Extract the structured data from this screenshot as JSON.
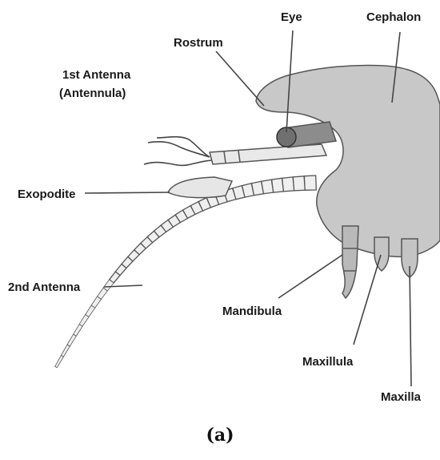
{
  "labels": {
    "eye": "Eye",
    "cephalon": "Cephalon",
    "rostrum": "Rostrum",
    "antenna1_line1": "1st Antenna",
    "antenna1_line2": "(Antennula)",
    "exopodite": "Exopodite",
    "antenna2": "2nd Antenna",
    "mandibula": "Mandibula",
    "maxillula": "Maxillula",
    "maxilla": "Maxilla"
  },
  "caption": "(a)",
  "colors": {
    "body_fill": "#c8c8c8",
    "body_stroke": "#555555",
    "appendage_fill": "#e6e6e6",
    "eye_fill": "#707070",
    "line": "#444444"
  }
}
